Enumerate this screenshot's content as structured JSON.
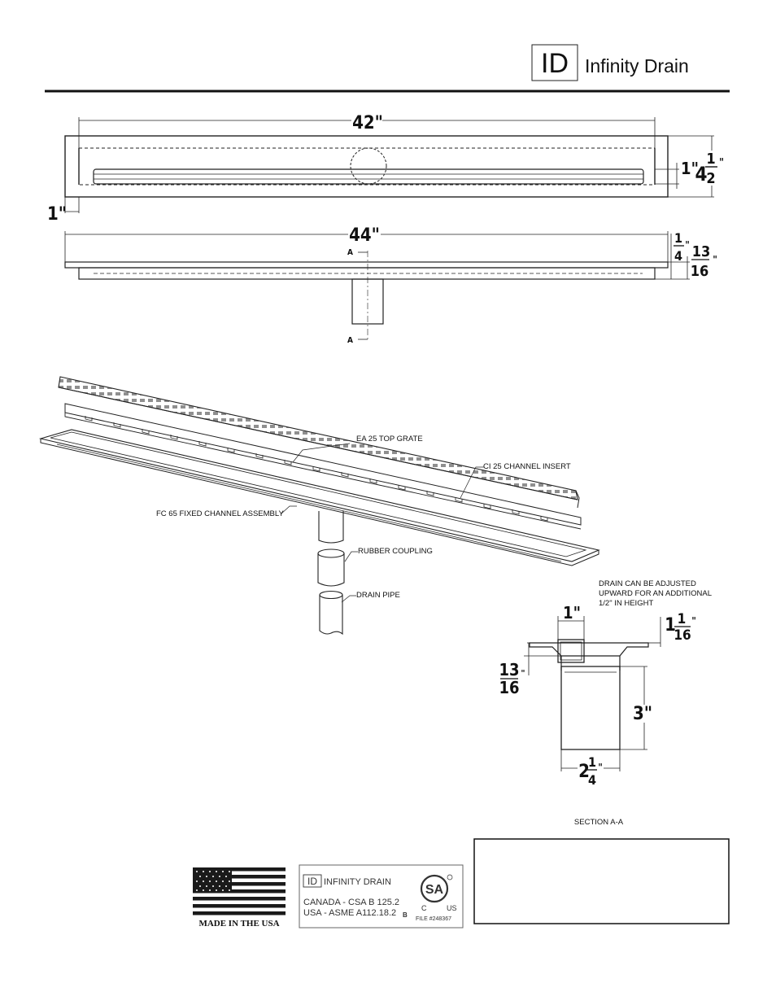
{
  "header": {
    "logo_mark": "ID",
    "brand_name": "Infinity Drain"
  },
  "top_view": {
    "length": "42\"",
    "side_offset": "1\"",
    "grate_width": "1\"",
    "overall_width_whole": "4",
    "overall_width_num": "1",
    "overall_width_den": "2",
    "overall_width_unit": "\""
  },
  "side_view": {
    "length": "44\"",
    "flange_num": "1",
    "flange_den": "4",
    "flange_unit": "\"",
    "depth_num": "13",
    "depth_den": "16",
    "depth_unit": "\"",
    "section_marker": "A"
  },
  "exploded_view": {
    "labels": {
      "top_grate": "EA 25 TOP GRATE",
      "channel_insert": "CI 25 CHANNEL INSERT",
      "fixed_channel": "FC 65 FIXED CHANNEL ASSEMBLY",
      "coupling": "RUBBER COUPLING",
      "drain_pipe": "DRAIN PIPE"
    }
  },
  "section": {
    "note_lines": [
      "DRAIN CAN BE ADJUSTED",
      "UPWARD FOR AN ADDITIONAL",
      "1/2\" IN HEIGHT"
    ],
    "top_width": "1\"",
    "adjust_whole": "1",
    "adjust_num": "1",
    "adjust_den": "16",
    "adjust_unit": "\"",
    "depth_num": "13",
    "depth_den": "16",
    "depth_unit": "\"",
    "outlet_height": "3\"",
    "outlet_whole": "2",
    "outlet_num": "1",
    "outlet_den": "4",
    "outlet_unit": "\"",
    "title": "SECTION A-A"
  },
  "footer": {
    "flag_caption": "MADE IN THE USA",
    "cert_brand": "INFINITY DRAIN",
    "cert_logo_mark": "ID",
    "cert_canada": "CANADA - CSA B 125.2",
    "cert_usa": "USA - ASME A112.18.2",
    "cert_letter": "B",
    "csa_c": "C",
    "csa_us": "US",
    "csa_file": "FILE #248367",
    "csa_mark": "SA"
  }
}
